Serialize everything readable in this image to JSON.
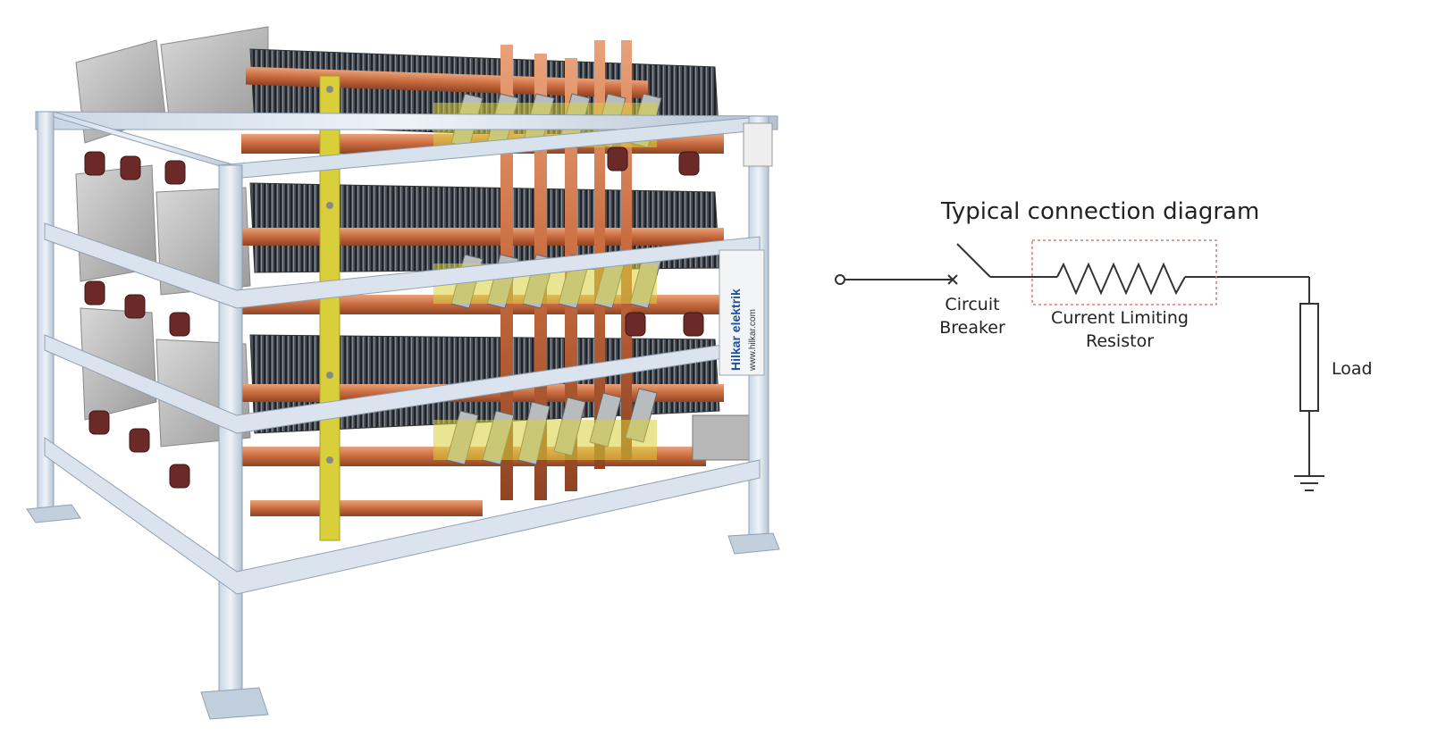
{
  "photo": {
    "brand_logo_text": "Hilkar elektrik",
    "brand_url_text": "www.hilkar.com"
  },
  "diagram": {
    "title": "Typical connection diagram",
    "labels": {
      "breaker_line1": "Circuit",
      "breaker_line2": "Breaker",
      "resistor_line1": "Current Limiting",
      "resistor_line2": "Resistor",
      "load": "Load"
    },
    "colors": {
      "wire": "#333333",
      "dashed_box": "#e07a7a",
      "text": "#222222"
    }
  }
}
